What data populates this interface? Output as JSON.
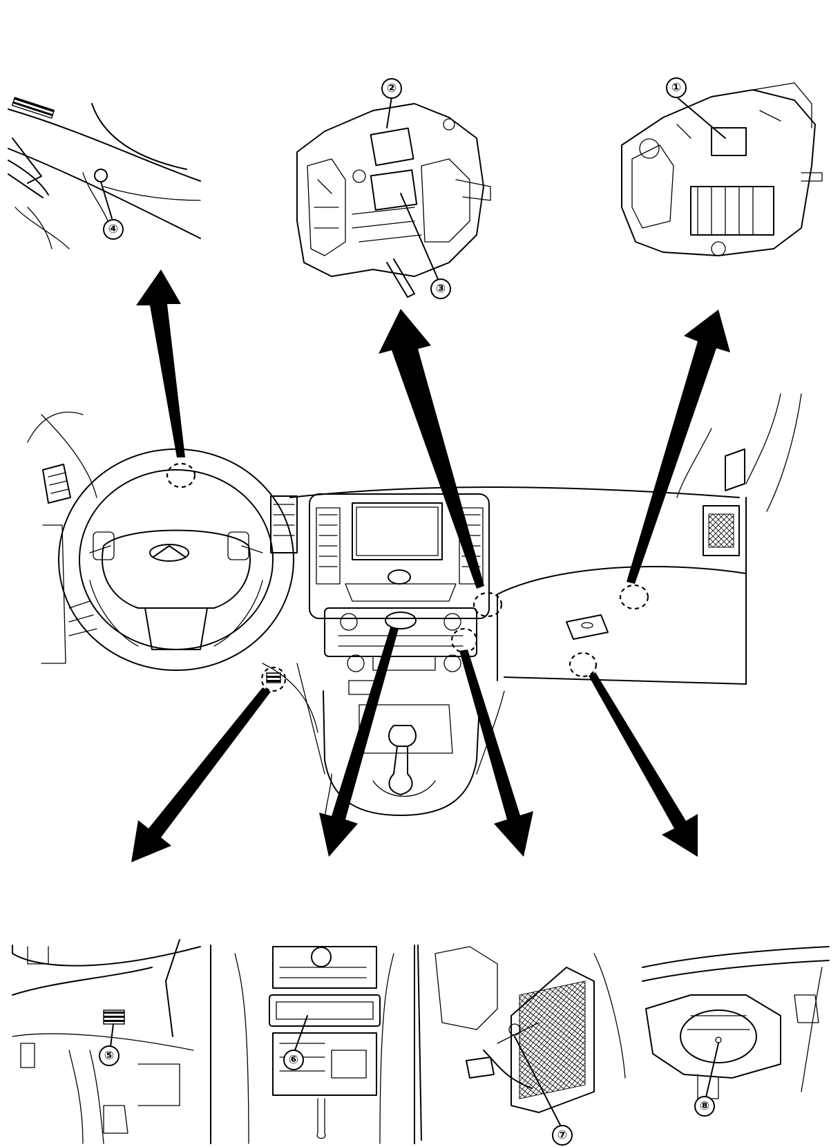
{
  "figure": {
    "callouts": [
      {
        "id": "c1",
        "label": "①"
      },
      {
        "id": "c2",
        "label": "②"
      },
      {
        "id": "c3",
        "label": "③"
      },
      {
        "id": "c4",
        "label": "④"
      },
      {
        "id": "c5",
        "label": "⑤"
      },
      {
        "id": "c6",
        "label": "⑥"
      },
      {
        "id": "c7",
        "label": "⑦"
      },
      {
        "id": "c8",
        "label": "⑧"
      }
    ],
    "colors": {
      "line": "#000000",
      "background": "#ffffff"
    }
  }
}
